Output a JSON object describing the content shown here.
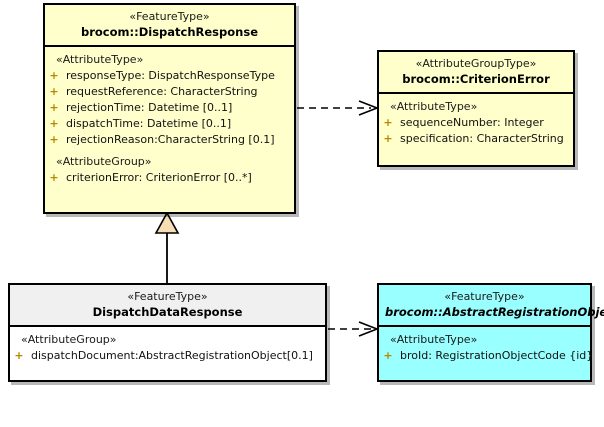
{
  "diagram": {
    "type": "uml-class-diagram",
    "background": "#ffffff",
    "classes": [
      {
        "id": "dispatch-response",
        "stereotype": "«FeatureType»",
        "name": "brocom::DispatchResponse",
        "abstract": false,
        "fill": "#ffffcc",
        "header_fill": "#ffffcc",
        "compartments": [
          {
            "label": "«AttributeType»",
            "attributes": [
              {
                "visibility": "+",
                "text": "responseType: DispatchResponseType"
              },
              {
                "visibility": "+",
                "text": "requestReference: CharacterString"
              },
              {
                "visibility": "+",
                "text": "rejectionTime: Datetime [0..1]"
              },
              {
                "visibility": "+",
                "text": "dispatchTime: Datetime [0..1]"
              },
              {
                "visibility": "+",
                "text": "rejectionReason:CharacterString [0.1]"
              }
            ]
          },
          {
            "label": "«AttributeGroup»",
            "attributes": [
              {
                "visibility": "+",
                "text": "criterionError: CriterionError [0..*]"
              }
            ]
          }
        ]
      },
      {
        "id": "criterion-error",
        "stereotype": "«AttributeGroupType»",
        "name": "brocom::CriterionError",
        "abstract": false,
        "fill": "#ffffcc",
        "header_fill": "#ffffcc",
        "compartments": [
          {
            "label": "«AttributeType»",
            "attributes": [
              {
                "visibility": "+",
                "text": "sequenceNumber: Integer"
              },
              {
                "visibility": "+",
                "text": "specification: CharacterString"
              }
            ]
          }
        ]
      },
      {
        "id": "dispatch-data-response",
        "stereotype": "«FeatureType»",
        "name": "DispatchDataResponse",
        "abstract": false,
        "fill": "#ffffff",
        "header_fill": "#f0f0f0",
        "compartments": [
          {
            "label": "«AttributeGroup»",
            "attributes": [
              {
                "visibility": "+",
                "text": "dispatchDocument:AbstractRegistrationObject[0.1]"
              }
            ]
          }
        ]
      },
      {
        "id": "abstract-registration-object",
        "stereotype": "«FeatureType»",
        "name": "brocom::AbstractRegistrationObject",
        "abstract": true,
        "fill": "#99ffff",
        "header_fill": "#99ffff",
        "compartments": [
          {
            "label": "«AttributeType»",
            "attributes": [
              {
                "visibility": "+",
                "text": "broId: RegistrationObjectCode {id}"
              }
            ]
          }
        ]
      }
    ],
    "connectors": [
      {
        "id": "dependency-dispatchresponse-criterionerror",
        "kind": "dependency",
        "style": "dashed",
        "arrowhead": "open",
        "from": "dispatch-response",
        "to": "criterion-error"
      },
      {
        "id": "generalization-dispatchdataresponse-dispatchresponse",
        "kind": "generalization",
        "style": "solid",
        "arrowhead": "hollow-triangle",
        "triangle_fill": "#f7dcb4",
        "from": "dispatch-data-response",
        "to": "dispatch-response"
      },
      {
        "id": "dependency-dispatchdataresponse-abstractregistrationobject",
        "kind": "dependency",
        "style": "dashed",
        "arrowhead": "open",
        "from": "dispatch-data-response",
        "to": "abstract-registration-object"
      }
    ]
  }
}
